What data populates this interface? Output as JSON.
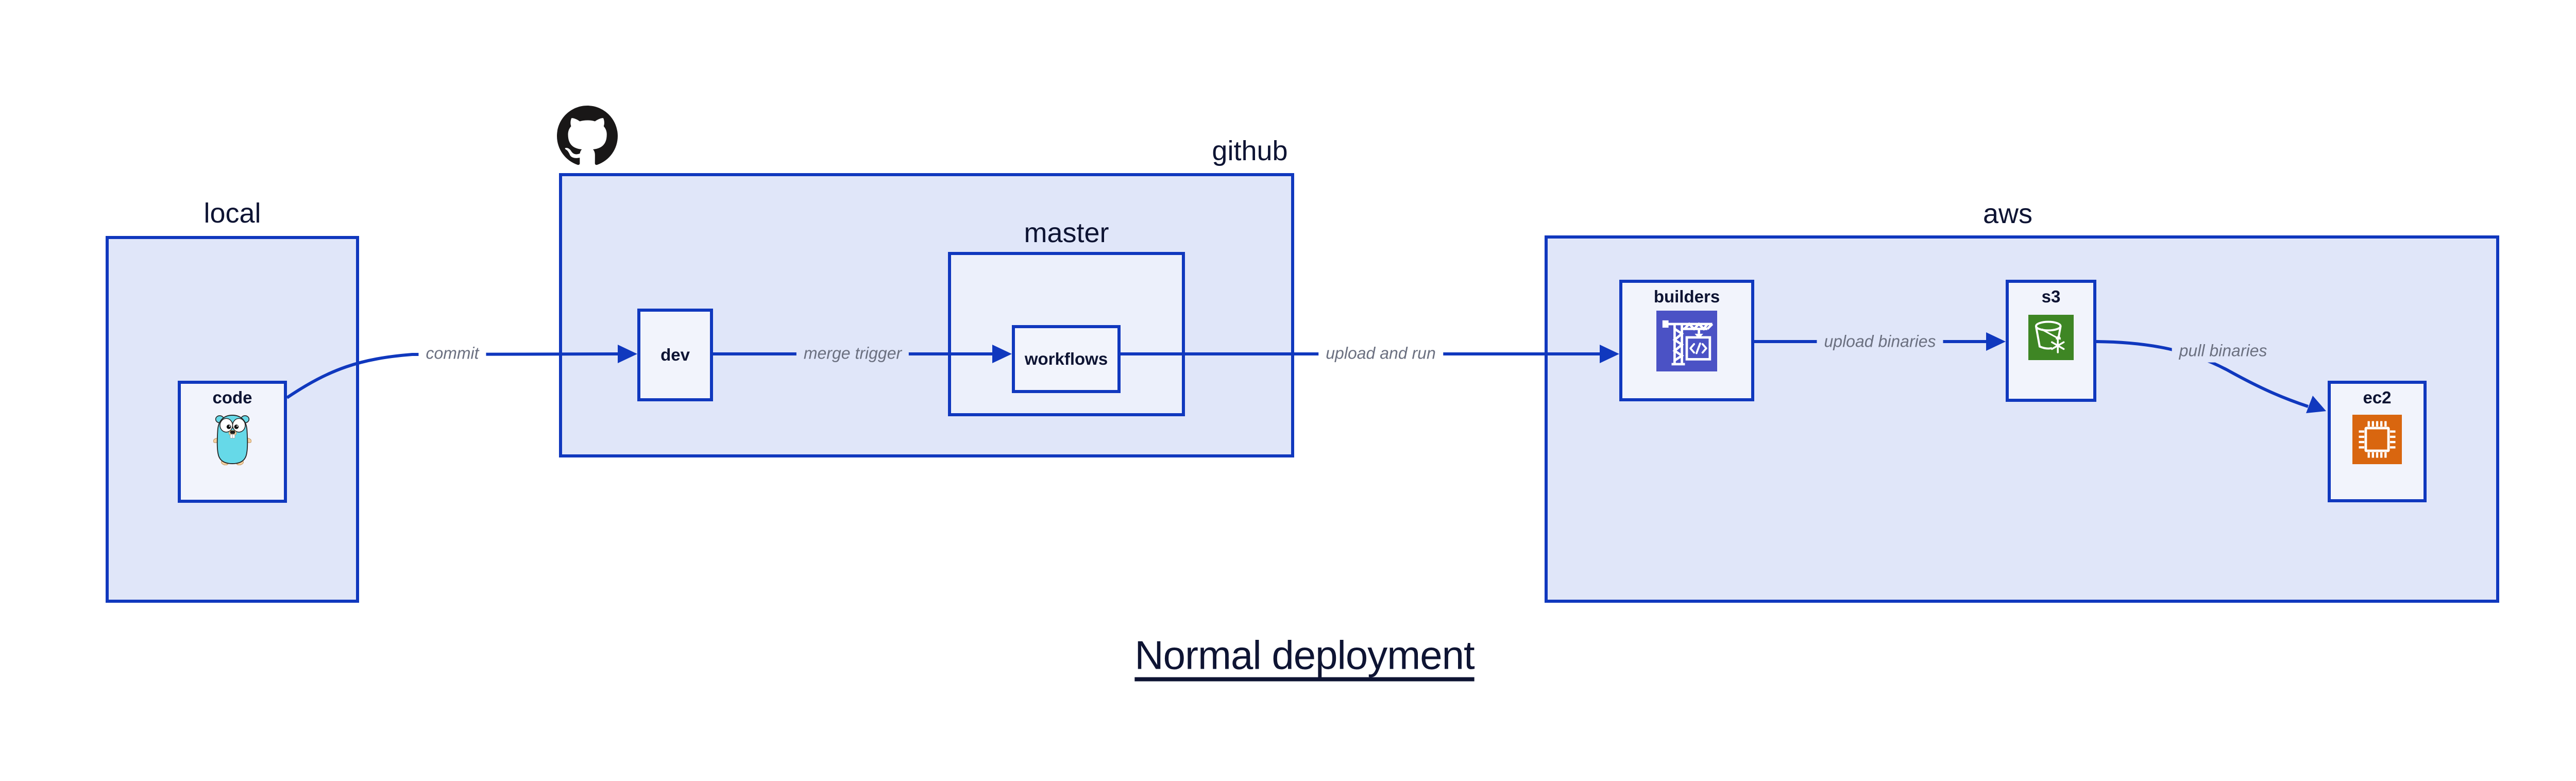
{
  "title": "Normal deployment",
  "containers": {
    "local": {
      "label": "local"
    },
    "github": {
      "label": "github"
    },
    "master": {
      "label": "master"
    },
    "aws": {
      "label": "aws"
    }
  },
  "nodes": {
    "code": {
      "label": "code",
      "icon": "go-gopher-icon"
    },
    "dev": {
      "label": "dev"
    },
    "workflows": {
      "label": "workflows"
    },
    "builders": {
      "label": "builders",
      "icon": "aws-codebuild-crane-icon"
    },
    "s3": {
      "label": "s3",
      "icon": "aws-s3-bucket-snowflake-icon"
    },
    "ec2": {
      "label": "ec2",
      "icon": "aws-ec2-chip-icon"
    }
  },
  "edges": [
    {
      "from": "code",
      "to": "dev",
      "label": "commit"
    },
    {
      "from": "dev",
      "to": "workflows",
      "label": "merge trigger"
    },
    {
      "from": "workflows",
      "to": "builders",
      "label": "upload and run"
    },
    {
      "from": "builders",
      "to": "s3",
      "label": "upload binaries"
    },
    {
      "from": "s3",
      "to": "ec2",
      "label": "pull binaries"
    }
  ],
  "colors": {
    "accent": "#1038BE",
    "ink": "#0E1433",
    "edgeLabel": "#6B7080",
    "containerFill": "#E0E6F9",
    "masterFill": "#ECF0FB",
    "nodeFill": "#F2F4FC",
    "canvasBg": "#FFFFFF",
    "octocat": "#191717",
    "gopherBody": "#66D9E8",
    "gopherTan": "#F6D2A2",
    "codebuildBg": "#4B52C5",
    "s3Bg": "#3E8624",
    "ec2Bg": "#D9660F",
    "iconStroke": "#FFFFFF"
  }
}
